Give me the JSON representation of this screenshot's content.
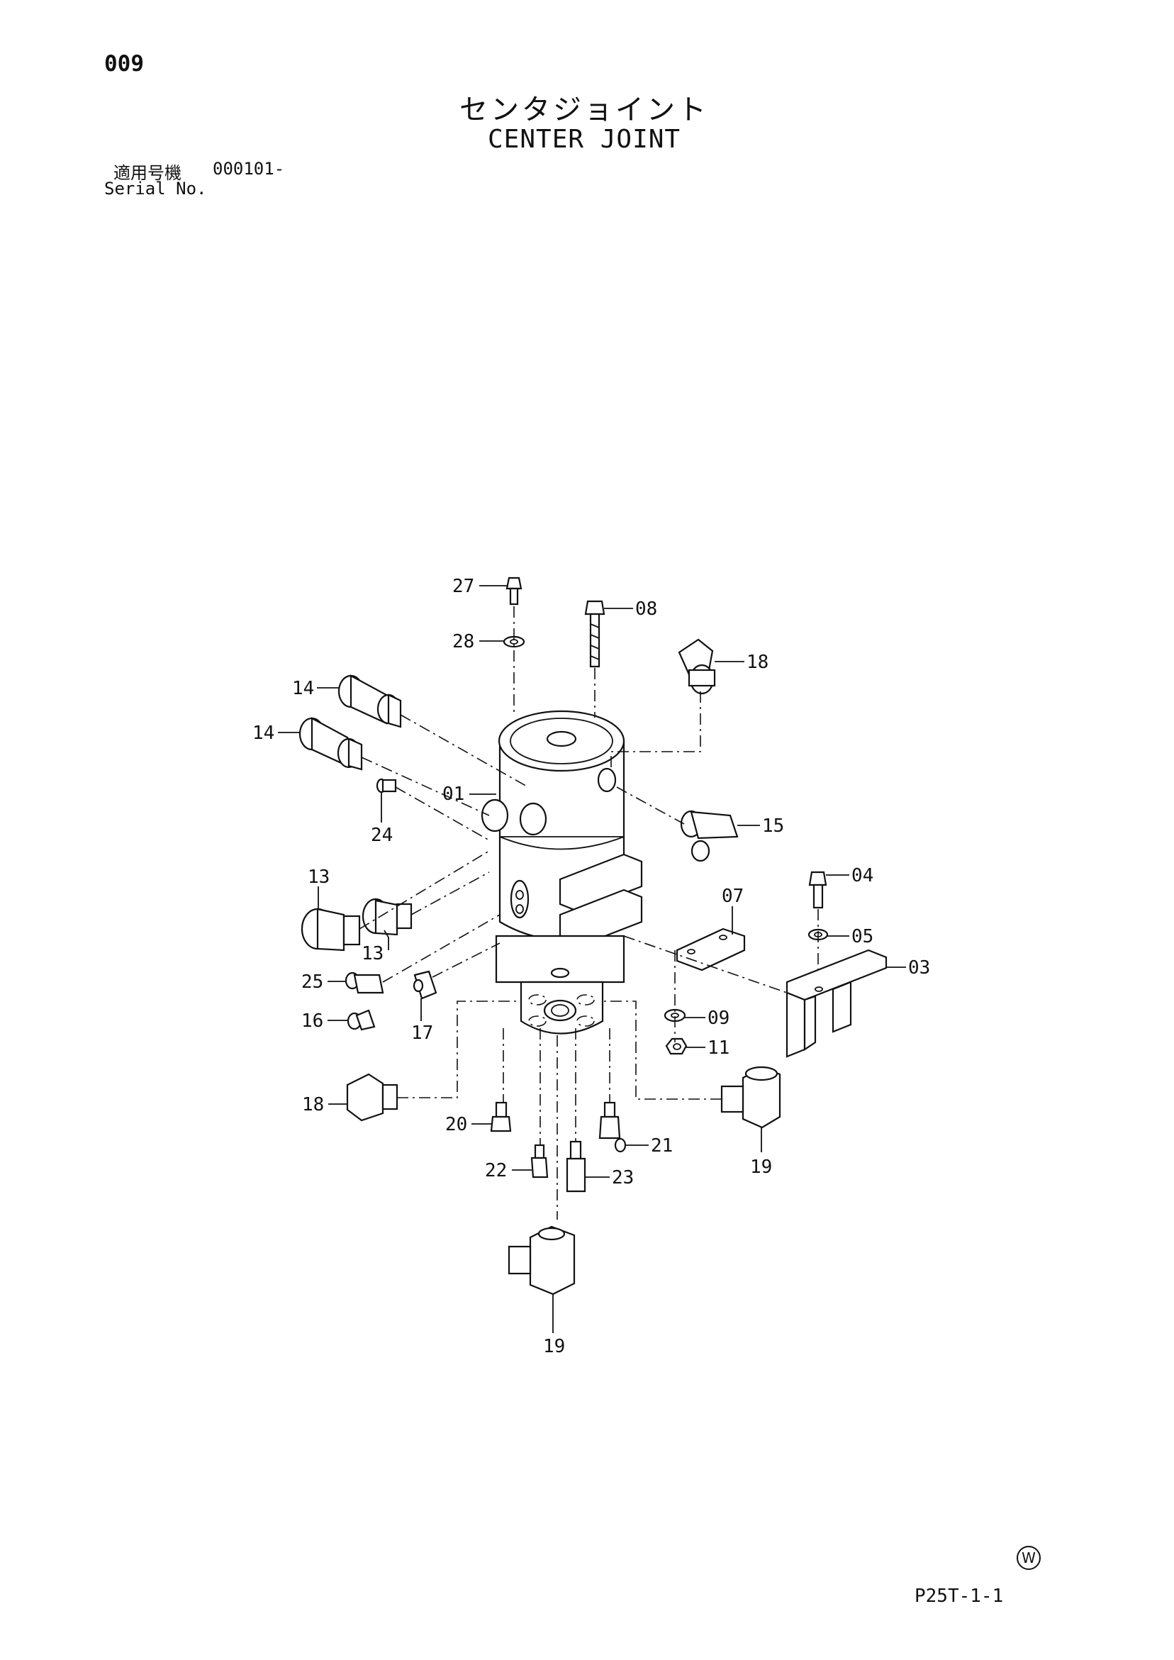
{
  "page_number": "009",
  "title_ja": "センタジョイント",
  "title_en": "CENTER JOINT",
  "serial_label_ja": "適用号機",
  "serial_value": "000101-",
  "serial_label_en": "Serial No.",
  "watermark": "W",
  "figure_code": "P25T-1-1",
  "callouts": {
    "c27": "27",
    "c28": "28",
    "c08": "08",
    "c18a": "18",
    "c14a": "14",
    "c14b": "14",
    "c01": "01",
    "c24": "24",
    "c15": "15",
    "c13a": "13",
    "c13b": "13",
    "c07": "07",
    "c04": "04",
    "c05": "05",
    "c03": "03",
    "c25": "25",
    "c16": "16",
    "c17": "17",
    "c09": "09",
    "c11": "11",
    "c18b": "18",
    "c20": "20",
    "c21": "21",
    "c22": "22",
    "c23": "23",
    "c19a": "19",
    "c19b": "19"
  }
}
